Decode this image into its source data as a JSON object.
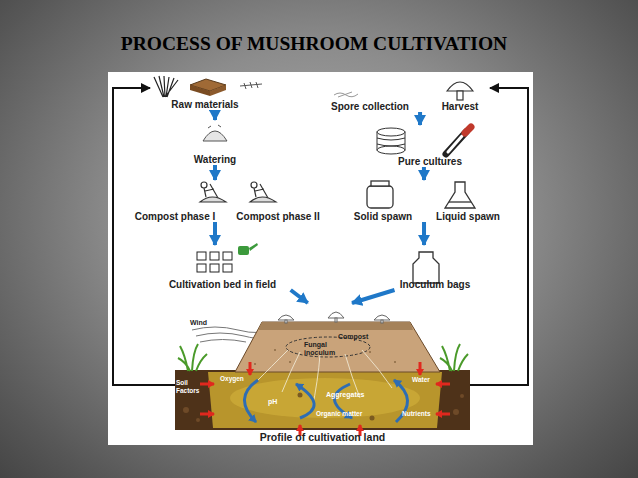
{
  "diagram": {
    "title": "PROCESS OF MUSHROOM CULTIVATION",
    "nodes": [
      {
        "text": [
          "Raw materials"
        ]
      },
      {
        "text": [
          "Spore collection"
        ]
      },
      {
        "text": [
          "Harvest"
        ]
      },
      {
        "text": [
          "Watering"
        ]
      },
      {
        "text": [
          "Pure cultures"
        ]
      },
      {
        "text": [
          "Compost phase I"
        ]
      },
      {
        "text": [
          "Compost phase II"
        ]
      },
      {
        "text": [
          "Solid spawn"
        ]
      },
      {
        "text": [
          "Liquid spawn"
        ]
      },
      {
        "text": [
          "Cultivation bed in field"
        ]
      },
      {
        "text": [
          "Inoculum bags"
        ]
      },
      {
        "text": [
          "Profile of cultivation land"
        ]
      }
    ],
    "edges": [
      {
        "from": 0,
        "to": 3,
        "arrow": "to"
      },
      {
        "from": 3,
        "to": 5,
        "arrow": "to"
      },
      {
        "from": 5,
        "to": 9,
        "arrow": "to"
      },
      {
        "from": 1,
        "to": 4,
        "arrow": "to"
      },
      {
        "from": 4,
        "to": 7,
        "arrow": "to"
      },
      {
        "from": 7,
        "to": 10,
        "arrow": "to"
      },
      {
        "from": 9,
        "to": 11,
        "arrow": "to"
      },
      {
        "from": 10,
        "to": 11,
        "arrow": "to"
      },
      {
        "from": 11,
        "to": 0,
        "arrow": "to"
      },
      {
        "from": 11,
        "to": 2,
        "arrow": "to"
      }
    ],
    "labels": [
      "Wind",
      "Compost",
      "Fungal inoculum",
      "Soil Factors",
      "Oxygen",
      "Water",
      "pH",
      "Aggregates",
      "Organic matter",
      "Nutrients"
    ]
  }
}
